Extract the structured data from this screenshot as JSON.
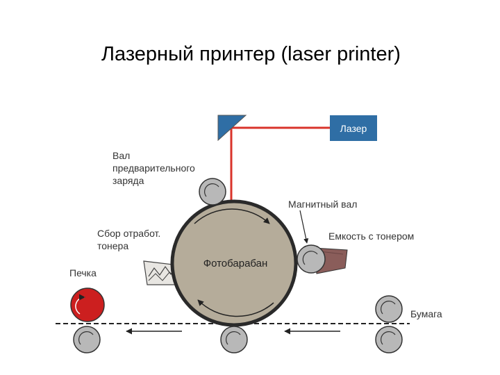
{
  "title": "Лазерный принтер (laser printer)",
  "labels": {
    "laser": "Лазер",
    "precharge_roller": [
      "Вал",
      "предварительного",
      "заряда"
    ],
    "magnetic_roller": "Магнитный вал",
    "toner_container": "Емкость с тонером",
    "waste_collector": [
      "Сбор отработ.",
      "тонера"
    ],
    "fuser": "Печка",
    "drum": "Фотобарабан",
    "paper": "Бумага"
  },
  "colors": {
    "laser_beam": "#d9342b",
    "laser_box": "#2f6ea5",
    "drum_fill": "#b5ac9a",
    "roller_fill": "#b8b8b8",
    "fuser_fill": "#cc1f1f",
    "toner_fill": "#8a5d5a"
  }
}
